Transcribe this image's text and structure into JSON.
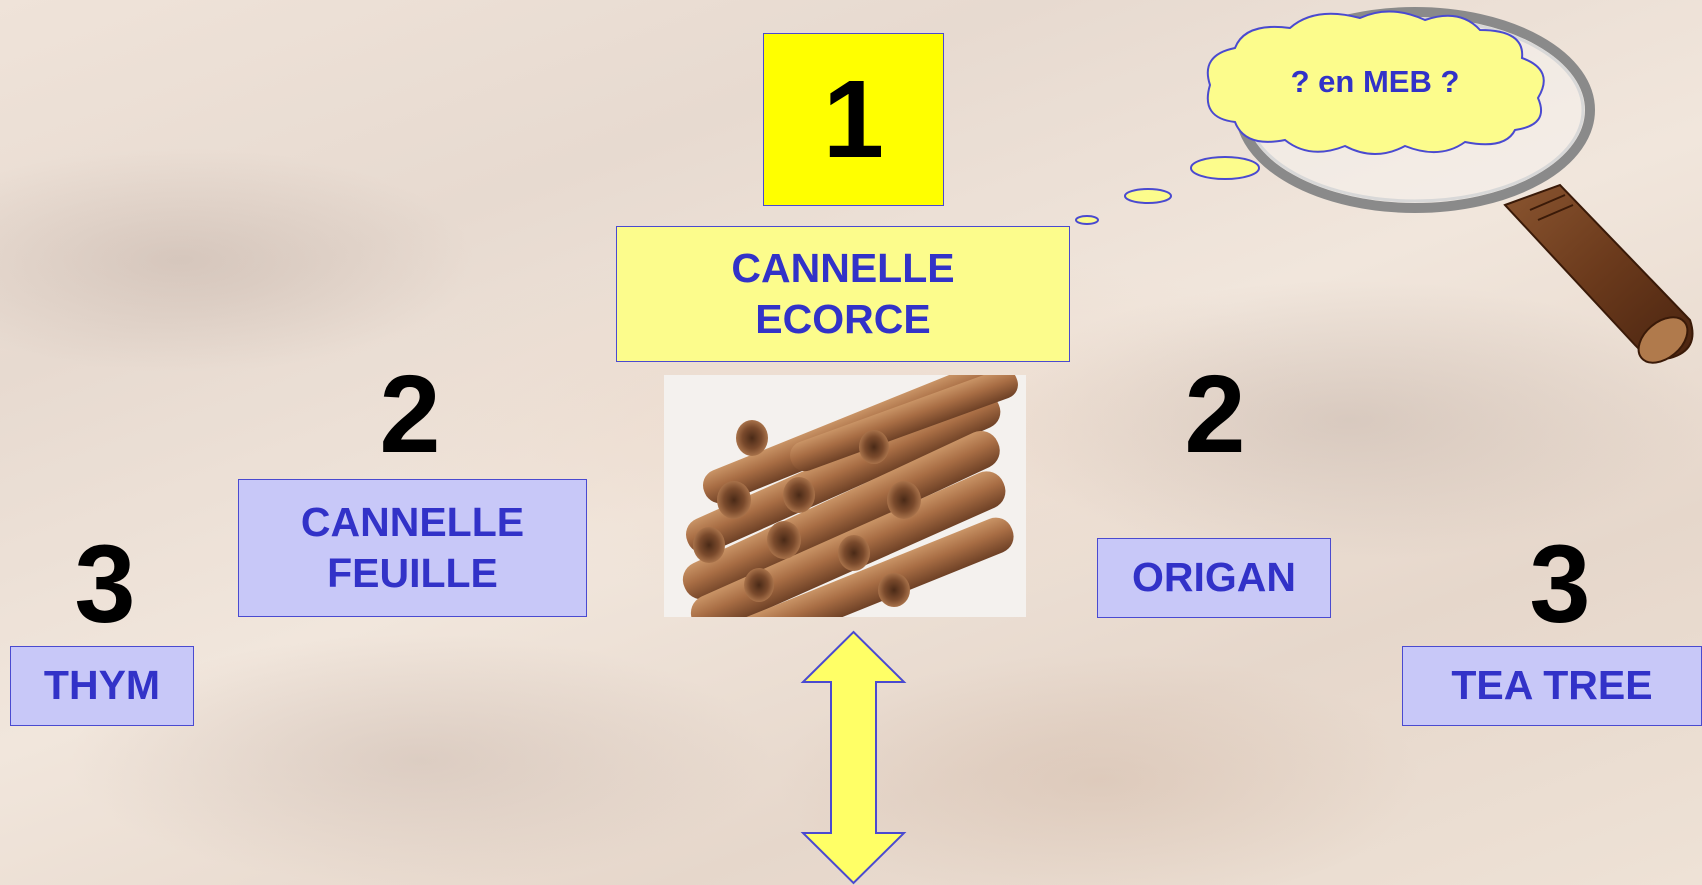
{
  "top": {
    "rank": "1",
    "label_line1": "CANNELLE",
    "label_line2": "ECORCE"
  },
  "left_inner": {
    "rank": "2",
    "label_line1": "CANNELLE",
    "label_line2": "FEUILLE"
  },
  "right_inner": {
    "rank": "2",
    "label": "ORIGAN"
  },
  "left_outer": {
    "rank": "3",
    "label": "THYM"
  },
  "right_outer": {
    "rank": "3",
    "label": "TEA TREE"
  },
  "thought_bubble": {
    "text": "? en MEB ?"
  },
  "colors": {
    "label_text": "#3232c8",
    "yellow_box": "#fcfc8c",
    "rank_one_box": "#ffff00",
    "lavender_box": "#c8c8f8",
    "arrow_fill": "#ffff66"
  },
  "icons": [
    "magnifying-glass-icon",
    "thought-bubble-icon",
    "double-arrow-icon",
    "cinnamon-sticks-image"
  ]
}
